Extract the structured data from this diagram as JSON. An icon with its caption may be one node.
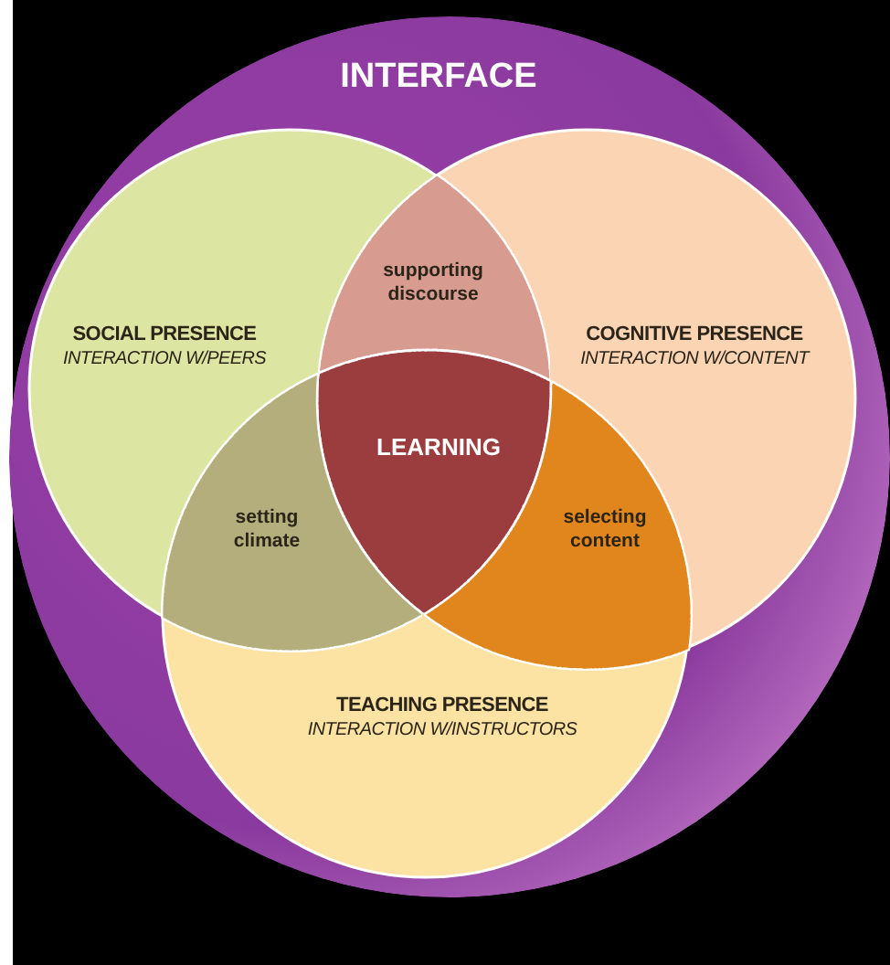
{
  "diagram": {
    "nodes": [
      {
        "text": [
          "INTERFACE"
        ]
      },
      {
        "text": [
          "SOCIAL PRESENCE",
          "INTERACTION W/PEERS"
        ],
        "in": 0
      },
      {
        "text": [
          "supporting discourse"
        ]
      },
      {
        "text": [
          "COGNITIVE PRESENCE",
          "INTERACTION W/CONTENT"
        ],
        "in": 0
      },
      {
        "text": [
          "LEARNING"
        ]
      },
      {
        "text": [
          "setting climate"
        ]
      },
      {
        "text": [
          "selecting content"
        ]
      },
      {
        "text": [
          "TEACHING PRESENCE",
          "INTERACTION W/INSTRUCTORS"
        ],
        "in": 0
      }
    ]
  }
}
